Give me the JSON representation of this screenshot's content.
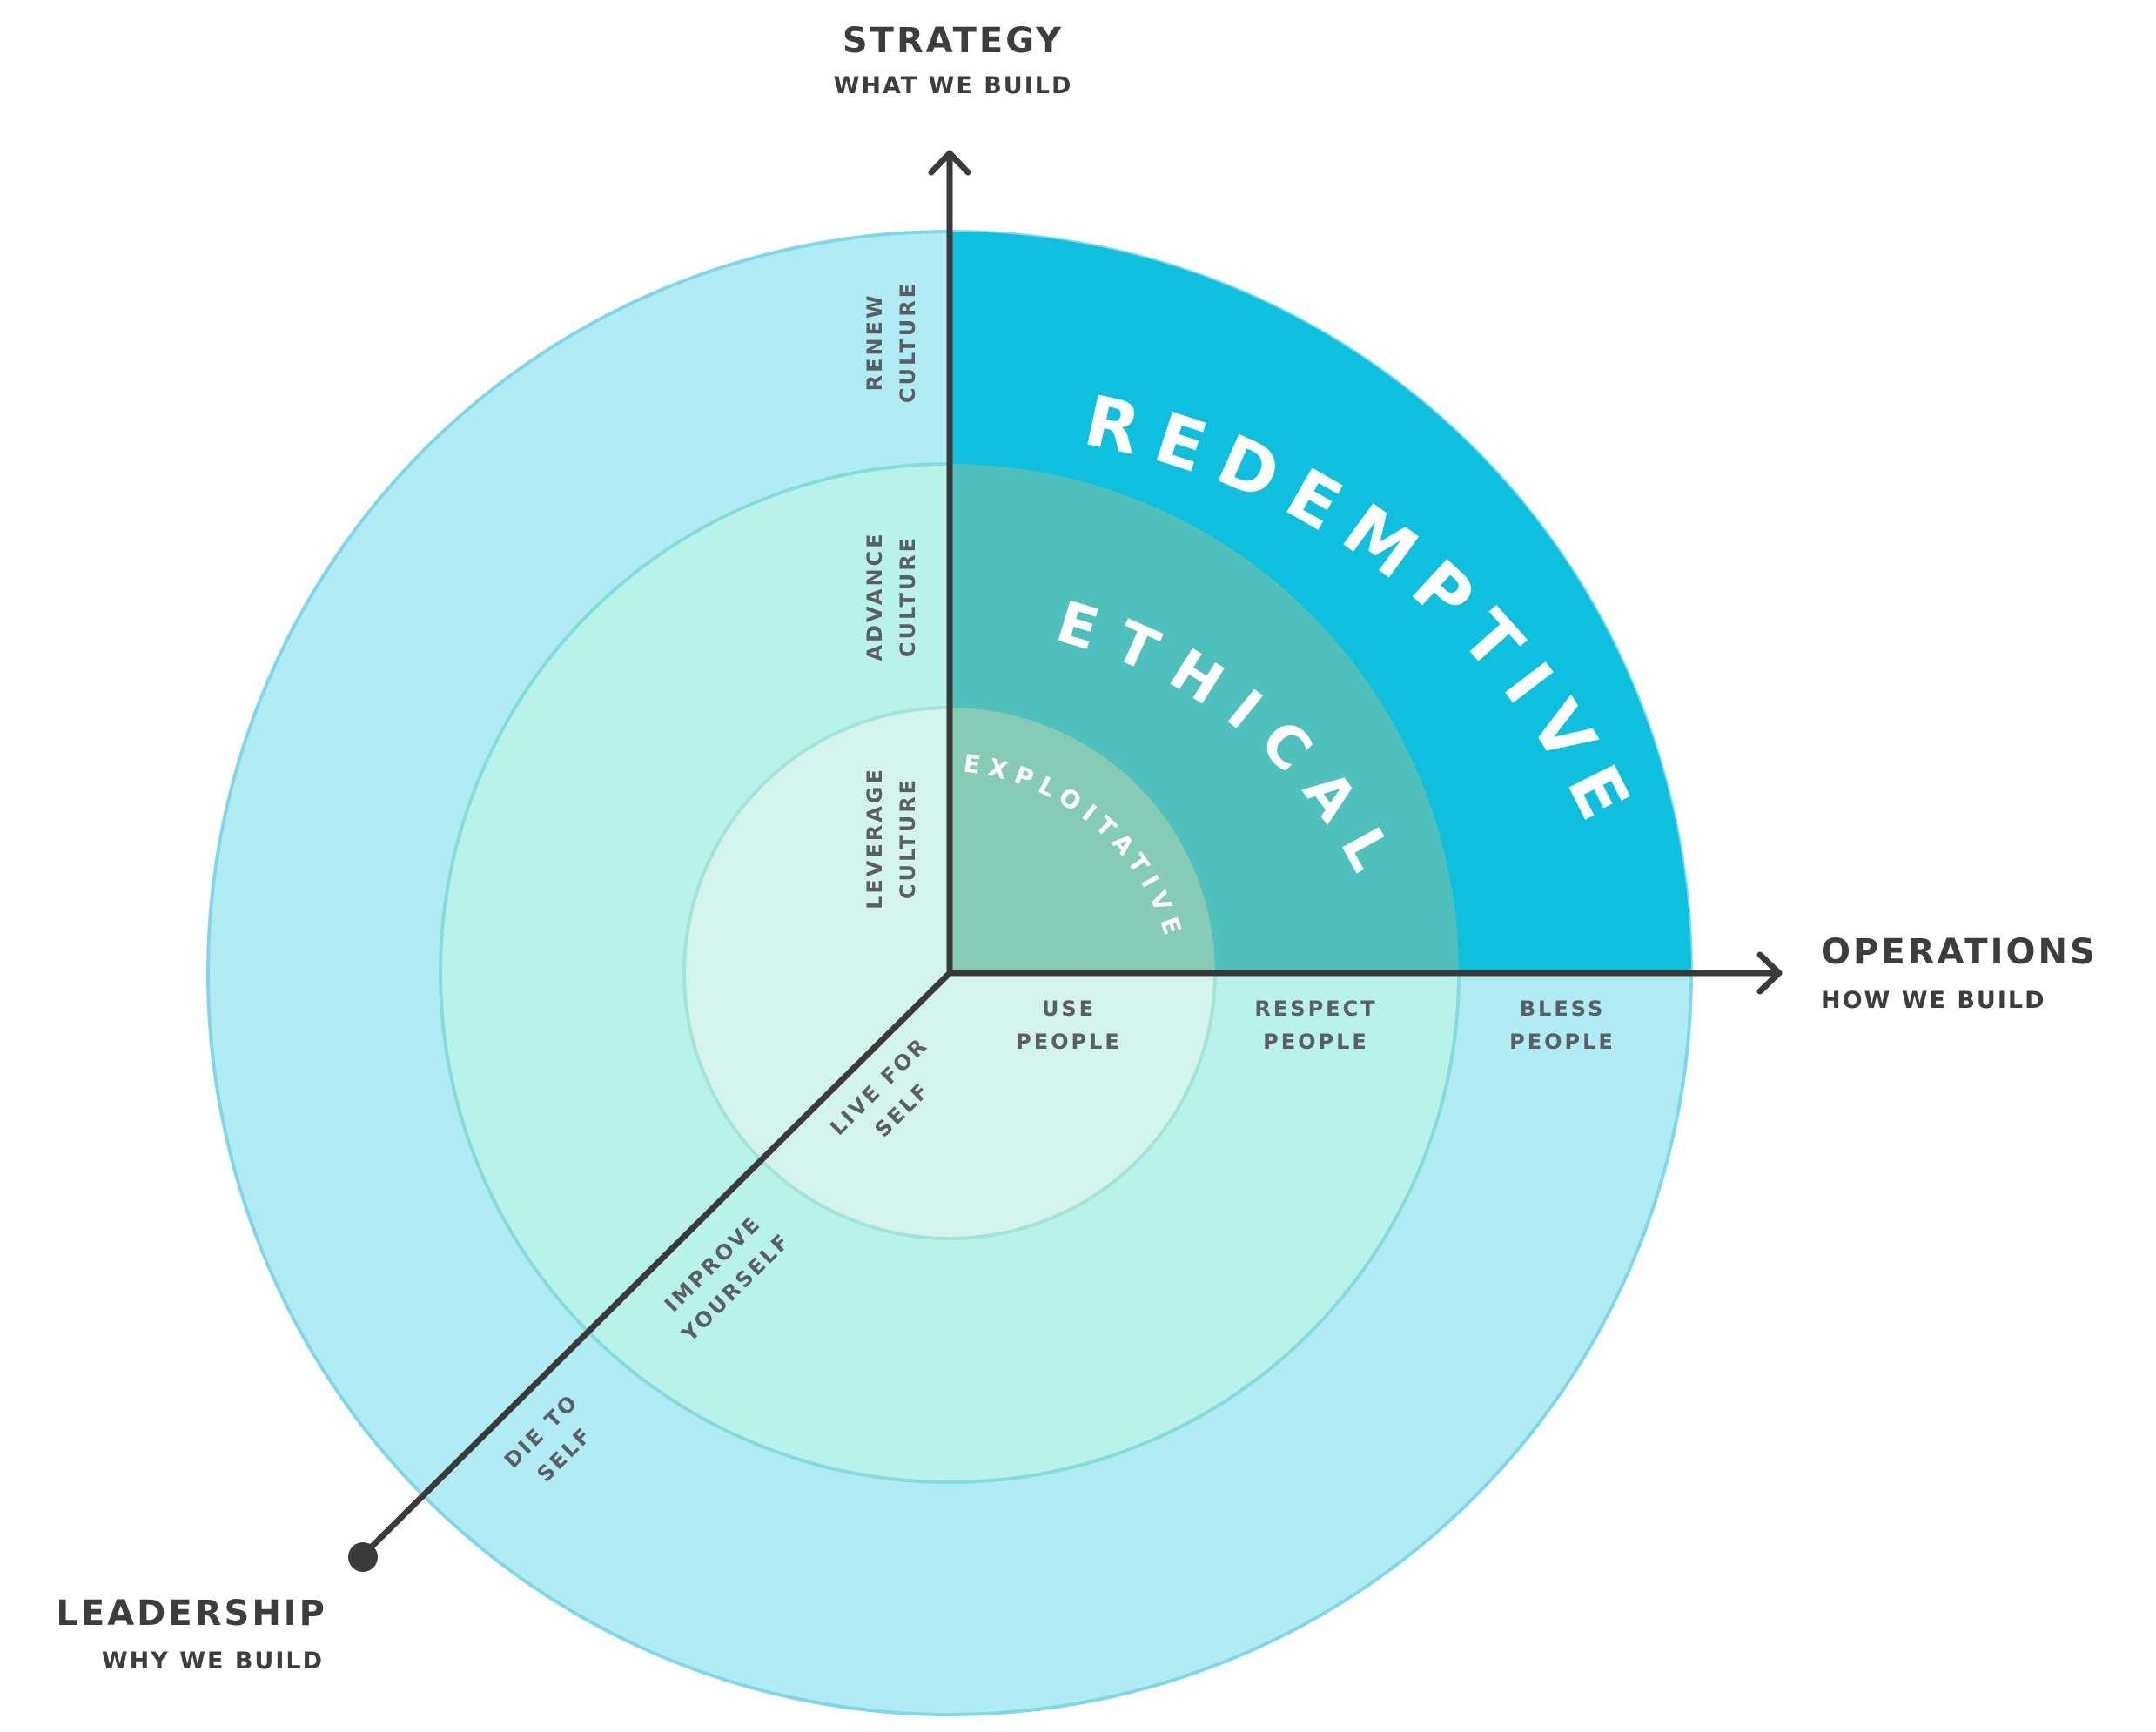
{
  "axes": {
    "strategy": {
      "title": "STRATEGY",
      "subtitle": "WHAT WE BUILD"
    },
    "operations": {
      "title": "OPERATIONS",
      "subtitle": "HOW WE BUILD"
    },
    "leadership": {
      "title": "LEADERSHIP",
      "subtitle": "WHY WE BUILD"
    }
  },
  "levels": {
    "outer": "REDEMPTIVE",
    "middle": "ETHICAL",
    "inner": "EXPLOITATIVE"
  },
  "strategy_labels": {
    "outer": [
      "RENEW",
      "CULTURE"
    ],
    "middle": [
      "ADVANCE",
      "CULTURE"
    ],
    "inner": [
      "LEVERAGE",
      "CULTURE"
    ]
  },
  "operations_labels": {
    "inner": [
      "USE",
      "PEOPLE"
    ],
    "middle": [
      "RESPECT",
      "PEOPLE"
    ],
    "outer": [
      "BLESS",
      "PEOPLE"
    ]
  },
  "leadership_labels": {
    "inner": [
      "LIVE FOR",
      "SELF"
    ],
    "middle": [
      "IMPROVE",
      "YOURSELF"
    ],
    "outer": [
      "DIE TO",
      "SELF"
    ]
  },
  "colors": {
    "outer_ring": "#b1ebf4",
    "outer_ring_stroke": "#7fd8e9",
    "middle_ring": "#b9f1eb",
    "middle_ring_stroke": "#86dcd9",
    "inner_ring": "#d3f4ec",
    "inner_ring_stroke": "#a3e3d8",
    "redemptive": "#0ec0dd",
    "ethical": "#50c0bc",
    "exploitative": "#86cbb6",
    "axis": "#3a3a3a"
  }
}
